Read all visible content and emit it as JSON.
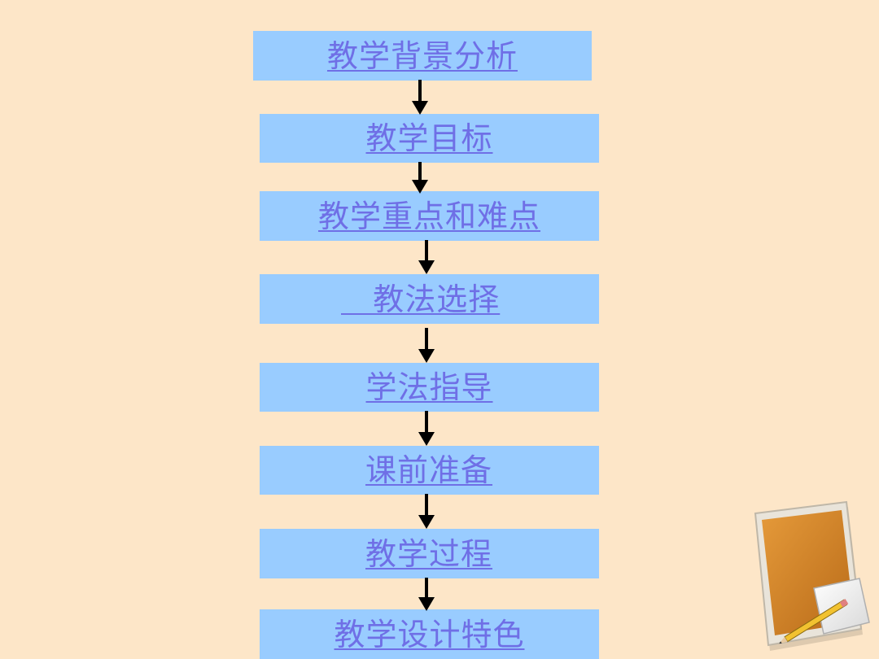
{
  "flowchart": {
    "steps": [
      {
        "label": "教学背景分析"
      },
      {
        "label": "教学目标"
      },
      {
        "label": "教学重点和难点"
      },
      {
        "label": "   教法选择"
      },
      {
        "label": "学法指导"
      },
      {
        "label": "课前准备"
      },
      {
        "label": "教学过程"
      },
      {
        "label": "教学设计特色"
      }
    ]
  },
  "colors": {
    "background": "#FDE6C8",
    "box_fill": "#99CCFF",
    "link_text": "#6F6FE6",
    "arrow": "#000000"
  },
  "decoration": {
    "icon": "notebook-with-pencil-icon"
  }
}
